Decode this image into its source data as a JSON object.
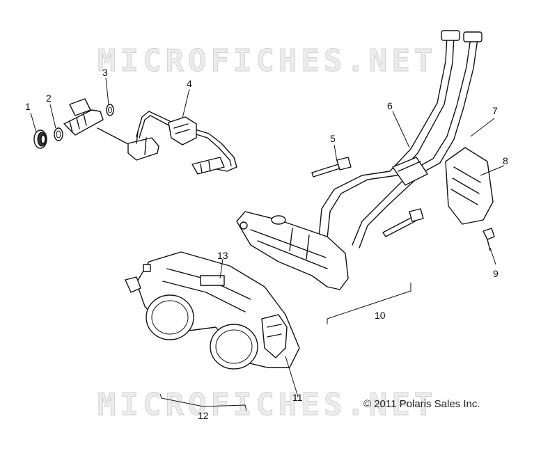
{
  "watermark_text": "MICROFICHES.NET",
  "copyright": "© 2011 Polaris Sales Inc.",
  "callouts": {
    "c1": "1",
    "c2": "2",
    "c3": "3",
    "c4": "4",
    "c5": "5",
    "c6": "6",
    "c7": "7",
    "c8": "8",
    "c9": "9",
    "c10": "10",
    "c11": "11",
    "c12": "12",
    "c13": "13"
  },
  "colors": {
    "line": "#111111",
    "watermark": "#d2d2d2",
    "background": "#ffffff"
  }
}
